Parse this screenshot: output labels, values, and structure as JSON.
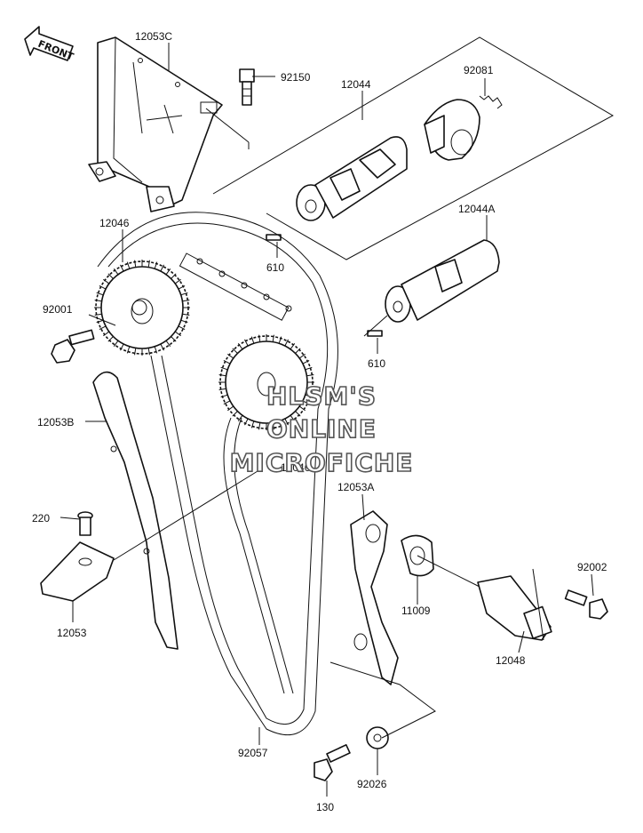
{
  "front_arrow": {
    "label": "FRONT"
  },
  "watermark": {
    "line1": "HLSM'S",
    "line2": "ONLINE",
    "line3": "MICROFICHE"
  },
  "callouts": [
    {
      "id": "12053C",
      "text": "12053C"
    },
    {
      "id": "92150",
      "text": "92150"
    },
    {
      "id": "12044",
      "text": "12044"
    },
    {
      "id": "92081",
      "text": "92081"
    },
    {
      "id": "12046-top",
      "text": "12046"
    },
    {
      "id": "12044A",
      "text": "12044A"
    },
    {
      "id": "610-top",
      "text": "610"
    },
    {
      "id": "92001",
      "text": "92001"
    },
    {
      "id": "610-bottom",
      "text": "610"
    },
    {
      "id": "12053B",
      "text": "12053B"
    },
    {
      "id": "12046-mid",
      "text": "12046"
    },
    {
      "id": "12053A",
      "text": "12053A"
    },
    {
      "id": "220",
      "text": "220"
    },
    {
      "id": "92002",
      "text": "92002"
    },
    {
      "id": "11009",
      "text": "11009"
    },
    {
      "id": "12053",
      "text": "12053"
    },
    {
      "id": "12048",
      "text": "12048"
    },
    {
      "id": "92057",
      "text": "92057"
    },
    {
      "id": "92026",
      "text": "92026"
    },
    {
      "id": "130",
      "text": "130"
    }
  ]
}
